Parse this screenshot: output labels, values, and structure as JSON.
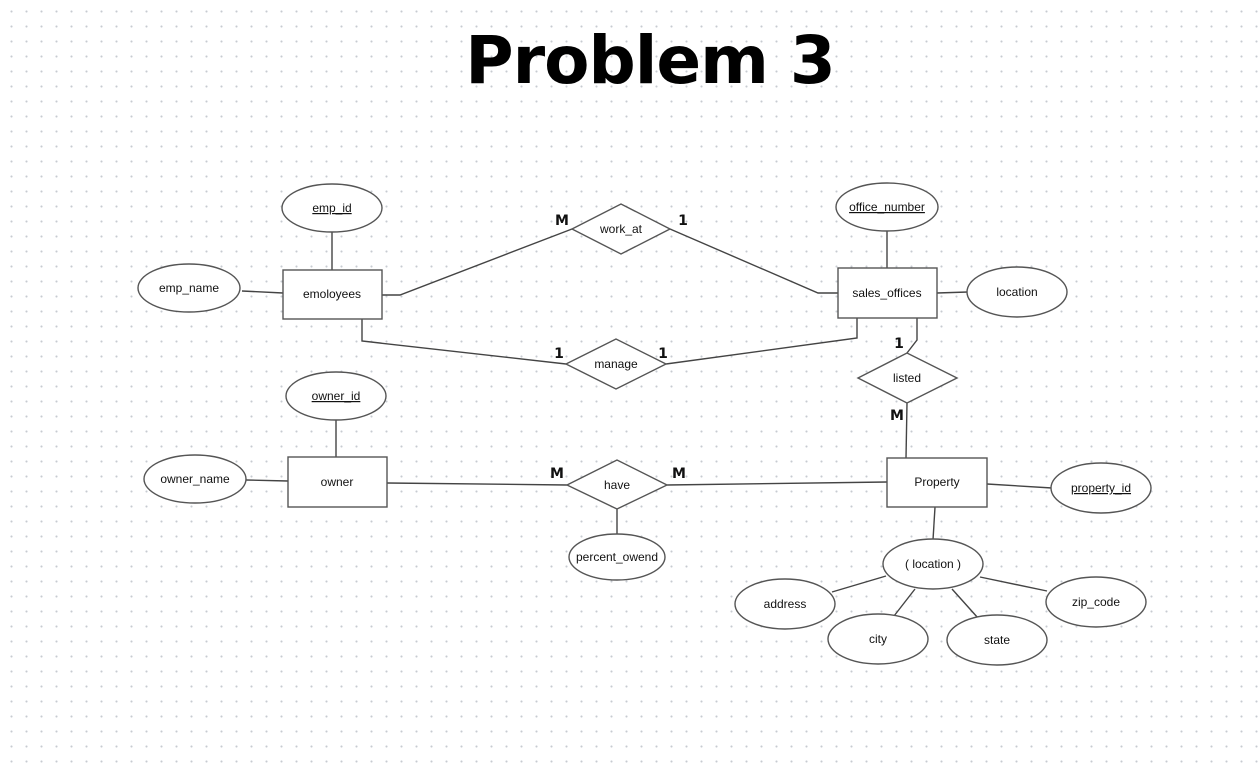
{
  "title": "Problem 3",
  "entities": {
    "employees": "emoloyees",
    "sales_offices": "sales_offices",
    "owner": "owner",
    "property": "Property"
  },
  "relationships": {
    "work_at": "work_at",
    "manage": "manage",
    "listed": "listed",
    "have": "have"
  },
  "attributes": {
    "emp_id": "emp_id",
    "emp_name": "emp_name",
    "office_number": "office_number",
    "office_location": "location",
    "owner_id": "owner_id",
    "owner_name": "owner_name",
    "percent_owned": "percent_owend",
    "property_id": "property_id",
    "property_location": "( location )",
    "address": "address",
    "city": "city",
    "state": "state",
    "zip_code": "zip_code"
  },
  "cardinalities": {
    "work_at_employees": "M",
    "work_at_offices": "1",
    "manage_employees": "1",
    "manage_offices": "1",
    "listed_offices": "1",
    "listed_property": "M",
    "have_owner": "M",
    "have_property": "M"
  }
}
